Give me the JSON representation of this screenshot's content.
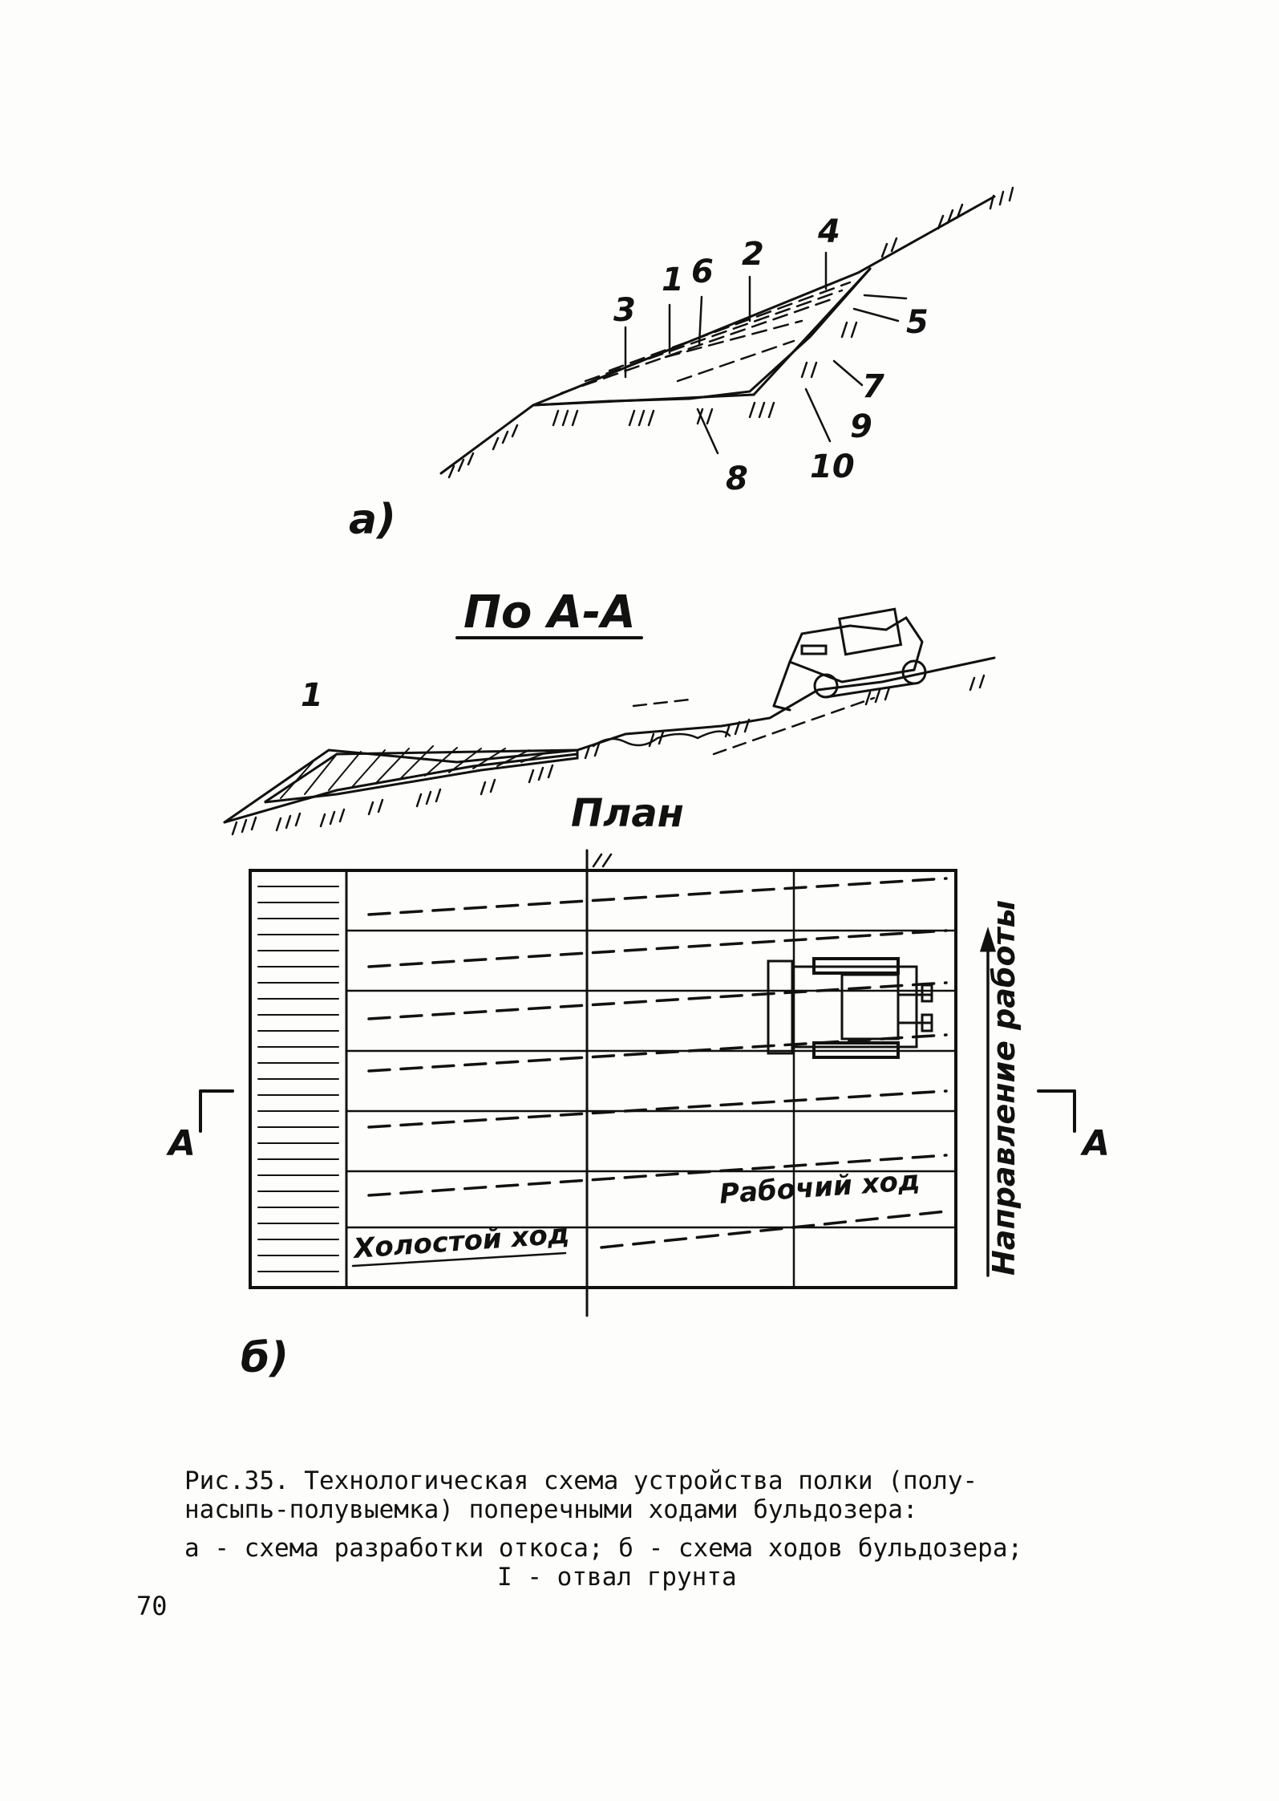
{
  "figure": {
    "part_a": {
      "label": "а)",
      "callouts": [
        "1",
        "2",
        "3",
        "4",
        "5",
        "6",
        "7",
        "8",
        "9",
        "10"
      ]
    },
    "section": {
      "title": "По А-А",
      "callout": "1"
    },
    "plan": {
      "title": "План",
      "idle_pass": "Холостой ход",
      "working_pass": "Рабочий ход",
      "direction": "Направление работы",
      "axis_mark": "А",
      "axis_mark_right": "А",
      "label": "б)"
    }
  },
  "caption": {
    "line1": "Рис.35. Технологическая схема устройства полки (полу-",
    "line2": "насыпь-полувыемка) поперечными ходами бульдозера:",
    "line3": "а - схема разработки откоса; б - схема ходов бульдозера;",
    "line4": "I - отвал грунта"
  },
  "page_number": "70"
}
